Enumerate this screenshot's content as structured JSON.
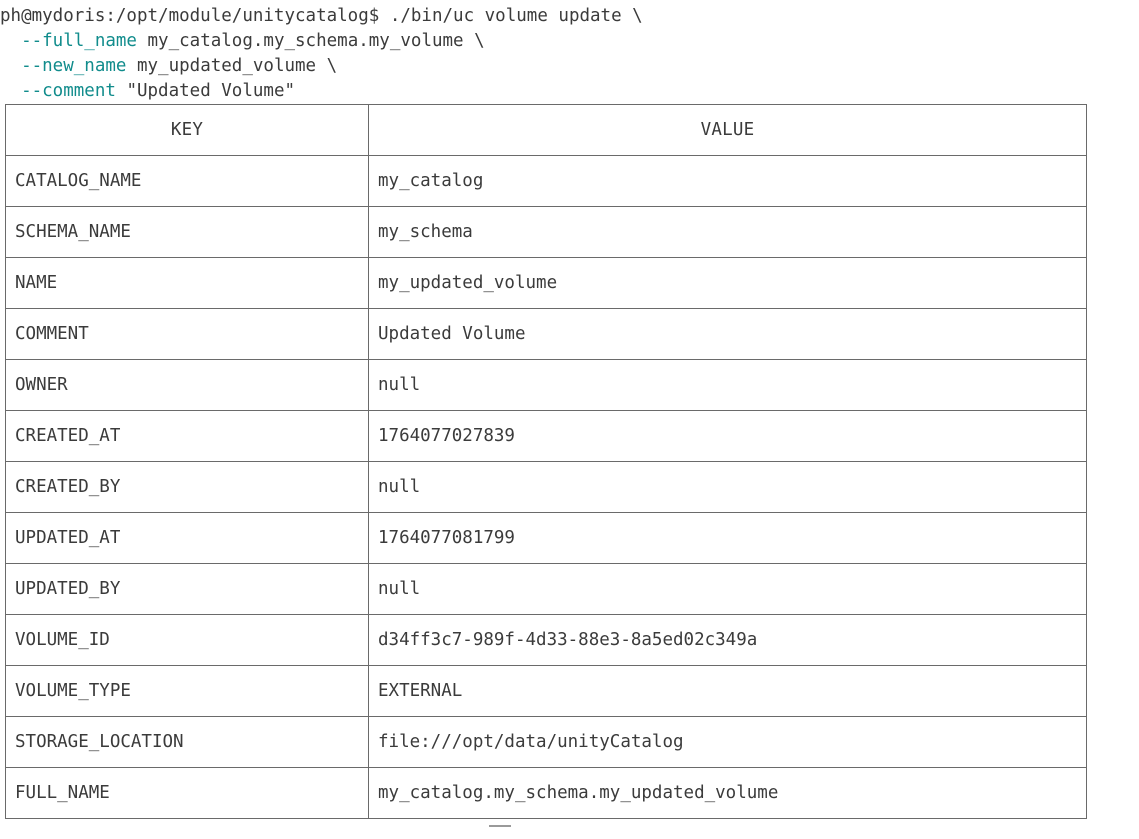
{
  "terminal": {
    "command_lines": [
      {
        "segments": [
          {
            "text": "ph@mydoris:/opt/module/unitycatalog$ ./bin/uc volume update \\",
            "style": "plain"
          }
        ]
      },
      {
        "segments": [
          {
            "text": "  ",
            "style": "plain"
          },
          {
            "text": "--full_name",
            "style": "flag"
          },
          {
            "text": " my_catalog.my_schema.my_volume \\",
            "style": "plain"
          }
        ]
      },
      {
        "segments": [
          {
            "text": "  ",
            "style": "plain"
          },
          {
            "text": "--new_name",
            "style": "flag"
          },
          {
            "text": " my_updated_volume \\",
            "style": "plain"
          }
        ]
      },
      {
        "segments": [
          {
            "text": "  ",
            "style": "plain"
          },
          {
            "text": "--comment",
            "style": "flag"
          },
          {
            "text": " \"Updated Volume\"",
            "style": "plain"
          }
        ]
      }
    ],
    "prompt": "ph@mydoris:/opt/module/unitycatalog$",
    "command": "./bin/uc volume update"
  },
  "colors": {
    "flag": "#118c8c",
    "text": "#3b3b3b",
    "null": "#9c1a9c",
    "border": "#6a6a6a",
    "background": "#ffffff"
  },
  "table": {
    "headers": [
      "KEY",
      "VALUE"
    ],
    "rows": [
      {
        "key": "CATALOG_NAME",
        "value": "my_catalog",
        "null": false
      },
      {
        "key": "SCHEMA_NAME",
        "value": "my_schema",
        "null": false
      },
      {
        "key": "NAME",
        "value": "my_updated_volume",
        "null": false
      },
      {
        "key": "COMMENT",
        "value": "Updated Volume",
        "null": false
      },
      {
        "key": "OWNER",
        "value": "null",
        "null": true
      },
      {
        "key": "CREATED_AT",
        "value": "1764077027839",
        "null": false
      },
      {
        "key": "CREATED_BY",
        "value": "null",
        "null": true
      },
      {
        "key": "UPDATED_AT",
        "value": "1764077081799",
        "null": false
      },
      {
        "key": "UPDATED_BY",
        "value": "null",
        "null": true
      },
      {
        "key": "VOLUME_ID",
        "value": "d34ff3c7-989f-4d33-88e3-8a5ed02c349a",
        "null": false
      },
      {
        "key": "VOLUME_TYPE",
        "value": "EXTERNAL",
        "null": false
      },
      {
        "key": "STORAGE_LOCATION",
        "value": "file:///opt/data/unityCatalog",
        "null": false
      },
      {
        "key": "FULL_NAME",
        "value": "my_catalog.my_schema.my_updated_volume",
        "null": false
      }
    ]
  }
}
